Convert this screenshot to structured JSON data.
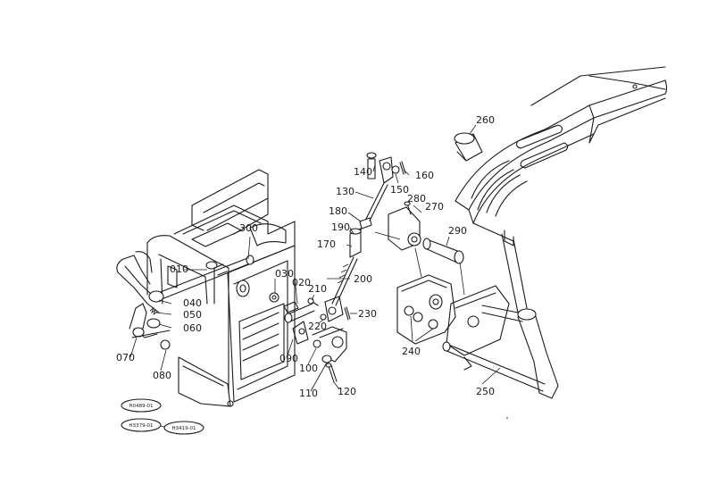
{
  "diagram": {
    "part_labels": {
      "p010": "010",
      "p020": "020",
      "p030": "030",
      "p040": "040",
      "p050": "050",
      "p060": "060",
      "p070": "070",
      "p080": "080",
      "p090": "090",
      "p100": "100",
      "p110": "110",
      "p120": "120",
      "p130": "130",
      "p140": "140",
      "p150": "150",
      "p160": "160",
      "p170": "170",
      "p180": "180",
      "p190": "190",
      "p200": "200",
      "p210": "210",
      "p220": "220",
      "p230": "230",
      "p240": "240",
      "p250": "250",
      "p260": "260",
      "p270": "270",
      "p280": "280",
      "p290": "290",
      "p300": "300"
    },
    "serial_ranges": {
      "r1": "H0489-01",
      "r2": "H3379-01",
      "r3": "H3419-01"
    }
  }
}
